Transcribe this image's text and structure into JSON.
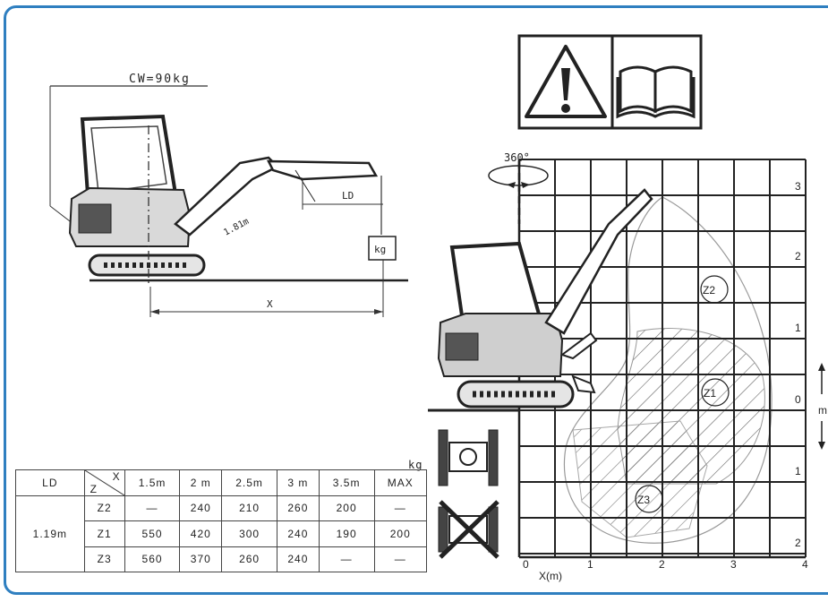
{
  "left_diagram": {
    "counterweight": "CW=90kg",
    "ld_label": "LD",
    "boom_label": "1.81m",
    "load_label": "kg",
    "x_label": "X"
  },
  "icons": [
    "warning-triangle-icon",
    "manual-book-icon"
  ],
  "chart": {
    "rotation_label": "360°",
    "x_axis_title": "X(m)",
    "x_ticks": [
      "0",
      "1",
      "2",
      "3",
      "4"
    ],
    "y_ticks": [
      "3",
      "2",
      "1",
      "0",
      "1",
      "2"
    ],
    "y_unit": "m",
    "zones": [
      "Z2",
      "Z1",
      "Z3"
    ]
  },
  "table": {
    "unit": "kg",
    "ld_header": "LD",
    "corner_x": "X",
    "corner_z": "Z",
    "columns": [
      "1.5m",
      "2 m",
      "2.5m",
      "3 m",
      "3.5m",
      "MAX"
    ],
    "ld_value": "1.19m",
    "rows": [
      {
        "zone": "Z2",
        "values": [
          "—",
          "240",
          "210",
          "260",
          "200",
          "—"
        ]
      },
      {
        "zone": "Z1",
        "values": [
          "550",
          "420",
          "300",
          "240",
          "190",
          "200"
        ]
      },
      {
        "zone": "Z3",
        "values": [
          "560",
          "370",
          "260",
          "240",
          "—",
          "—"
        ]
      }
    ]
  }
}
